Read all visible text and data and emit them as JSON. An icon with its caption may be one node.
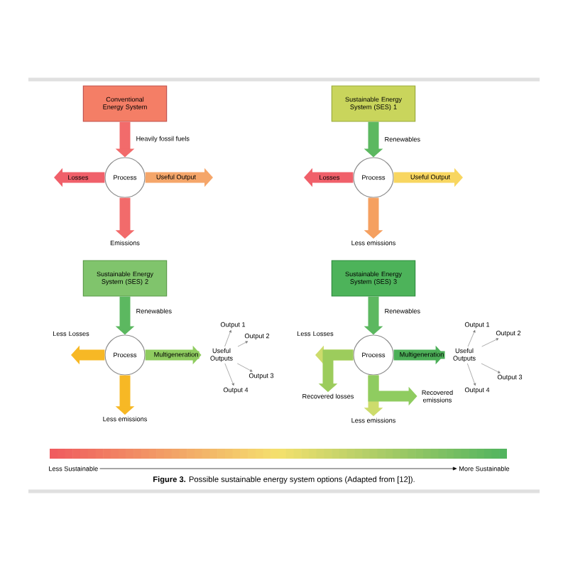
{
  "diagram": {
    "caption": "**Figure 3.** Possible sustainable energy system options (Adapted from [12]).",
    "nodes": [
      {
        "text": [
          "Conventional Energy System"
        ]
      },
      {
        "text": [
          "Process"
        ]
      },
      {
        "text": [
          "Emissions"
        ]
      },
      {
        "text": [
          "Sustainable Energy System (SES) 1"
        ]
      },
      {
        "text": [
          "Process"
        ]
      },
      {
        "text": [
          "Less emissions"
        ]
      },
      {
        "text": [
          "Sustainable Energy System (SES) 2"
        ]
      },
      {
        "text": [
          "Process"
        ]
      },
      {
        "text": [
          "Less Losses"
        ]
      },
      {
        "text": [
          "Useful Outputs"
        ]
      },
      {
        "text": [
          "Output 1"
        ]
      },
      {
        "text": [
          "Output 2"
        ]
      },
      {
        "text": [
          "Output 3"
        ]
      },
      {
        "text": [
          "Output 4"
        ]
      },
      {
        "text": [
          "Less emissions"
        ]
      },
      {
        "text": [
          "Sustainable Energy System (SES) 3"
        ]
      },
      {
        "text": [
          "Process"
        ]
      },
      {
        "text": [
          "Less Losses"
        ]
      },
      {
        "text": [
          "Recovered losses"
        ]
      },
      {
        "text": [
          "Recovered emissions"
        ]
      },
      {
        "text": [
          "Useful Outputs"
        ]
      },
      {
        "text": [
          "Output 1"
        ]
      },
      {
        "text": [
          "Output 2"
        ]
      },
      {
        "text": [
          "Output 3"
        ]
      },
      {
        "text": [
          "Output 4"
        ]
      },
      {
        "text": [
          "Less emissions"
        ]
      }
    ],
    "edges": [
      {
        "from": 0,
        "to": 1,
        "arrow": "to",
        "label": "Heavily fossil fuels",
        "color": "#f26b6b"
      },
      {
        "from": 1,
        "to": null,
        "arrow": "to",
        "label": "Losses",
        "color": "#f0606a"
      },
      {
        "from": 1,
        "to": null,
        "arrow": "to",
        "label": "Useful Output",
        "color": "#f5a66a"
      },
      {
        "from": 1,
        "to": 2,
        "arrow": "to",
        "color": "#f26b6b"
      },
      {
        "from": 3,
        "to": 4,
        "arrow": "to",
        "label": "Renewables",
        "color": "#5cb860"
      },
      {
        "from": 4,
        "to": null,
        "arrow": "to",
        "label": "Losses",
        "color": "#f0606a"
      },
      {
        "from": 4,
        "to": null,
        "arrow": "to",
        "label": "Useful Output",
        "color": "#f8d660"
      },
      {
        "from": 4,
        "to": 5,
        "arrow": "to",
        "color": "#f5a060"
      },
      {
        "from": 6,
        "to": 7,
        "arrow": "to",
        "label": "Renewables",
        "color": "#5cb860"
      },
      {
        "from": 7,
        "to": 8,
        "arrow": "to",
        "color": "#f7b825"
      },
      {
        "from": 7,
        "to": 9,
        "arrow": "to",
        "label": "Multigeneration",
        "color": "#8fcc60"
      },
      {
        "from": 9,
        "to": 10,
        "arrow": "to"
      },
      {
        "from": 9,
        "to": 11,
        "arrow": "to"
      },
      {
        "from": 9,
        "to": 12,
        "arrow": "to"
      },
      {
        "from": 9,
        "to": 13,
        "arrow": "to"
      },
      {
        "from": 7,
        "to": 14,
        "arrow": "to",
        "color": "#f7b825"
      },
      {
        "from": 15,
        "to": 16,
        "arrow": "to",
        "label": "Renewables",
        "color": "#5cb860"
      },
      {
        "from": 16,
        "to": 17,
        "arrow": "to",
        "color": "#cddc6c"
      },
      {
        "from": 16,
        "to": 18,
        "arrow": "to",
        "color": "#9ccc5c"
      },
      {
        "from": 16,
        "to": 20,
        "arrow": "to",
        "label": "Multigeneration",
        "color": "#4caf58"
      },
      {
        "from": 20,
        "to": 21,
        "arrow": "to"
      },
      {
        "from": 20,
        "to": 22,
        "arrow": "to"
      },
      {
        "from": 20,
        "to": 23,
        "arrow": "to"
      },
      {
        "from": 20,
        "to": 24,
        "arrow": "to"
      },
      {
        "from": 16,
        "to": 25,
        "arrow": "to",
        "color": "#cddc6c"
      },
      {
        "from": 16,
        "to": 19,
        "arrow": "to",
        "color": "#8fcc60"
      }
    ],
    "labels": [
      "Less Sustainable",
      "More Sustainable"
    ]
  }
}
